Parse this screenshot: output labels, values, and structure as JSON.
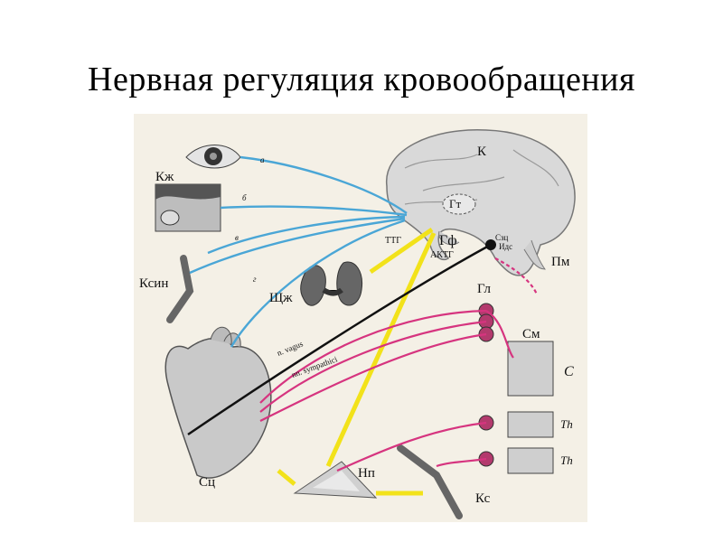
{
  "slide": {
    "title": "Нервная регуляция кровообращения"
  },
  "figure": {
    "labels": {
      "cortex": "К",
      "hypothalamus": "Гт",
      "pituitary": "Гф",
      "ttg": "ТТГ",
      "actg": "АКТГ",
      "szc": "Сзц",
      "ids": "Идс",
      "medulla": "Пм",
      "skin": "Кж",
      "vessel_sinus": "Ксин",
      "thyroid": "Щж",
      "ganglion": "Гл",
      "spinal": "См",
      "c": "C",
      "th1": "Th",
      "th2": "Th",
      "heart_center": "Сц",
      "adrenal": "Нп",
      "vessel": "Кс",
      "vagus": "n. vagus",
      "sympathici": "nn. sympathici",
      "a": "а",
      "b": "б",
      "v": "в",
      "g": "г"
    },
    "colors": {
      "afferent": "#4aa6d6",
      "hormone": "#f2e21a",
      "sympathetic": "#d6347f",
      "vagus": "#111111"
    }
  }
}
